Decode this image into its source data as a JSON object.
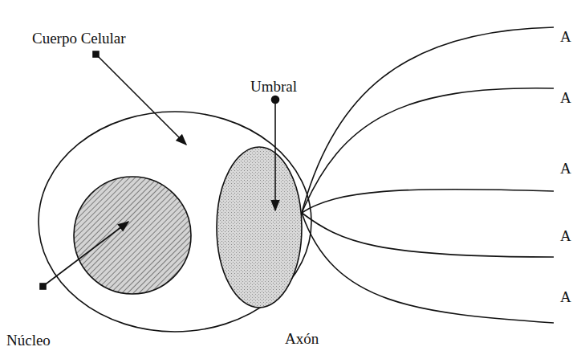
{
  "diagram": {
    "labels": [
      "Cuerpo Celular",
      "Umbral",
      "Núcleo",
      "Axón",
      "A",
      "A",
      "A",
      "A",
      "A"
    ]
  }
}
